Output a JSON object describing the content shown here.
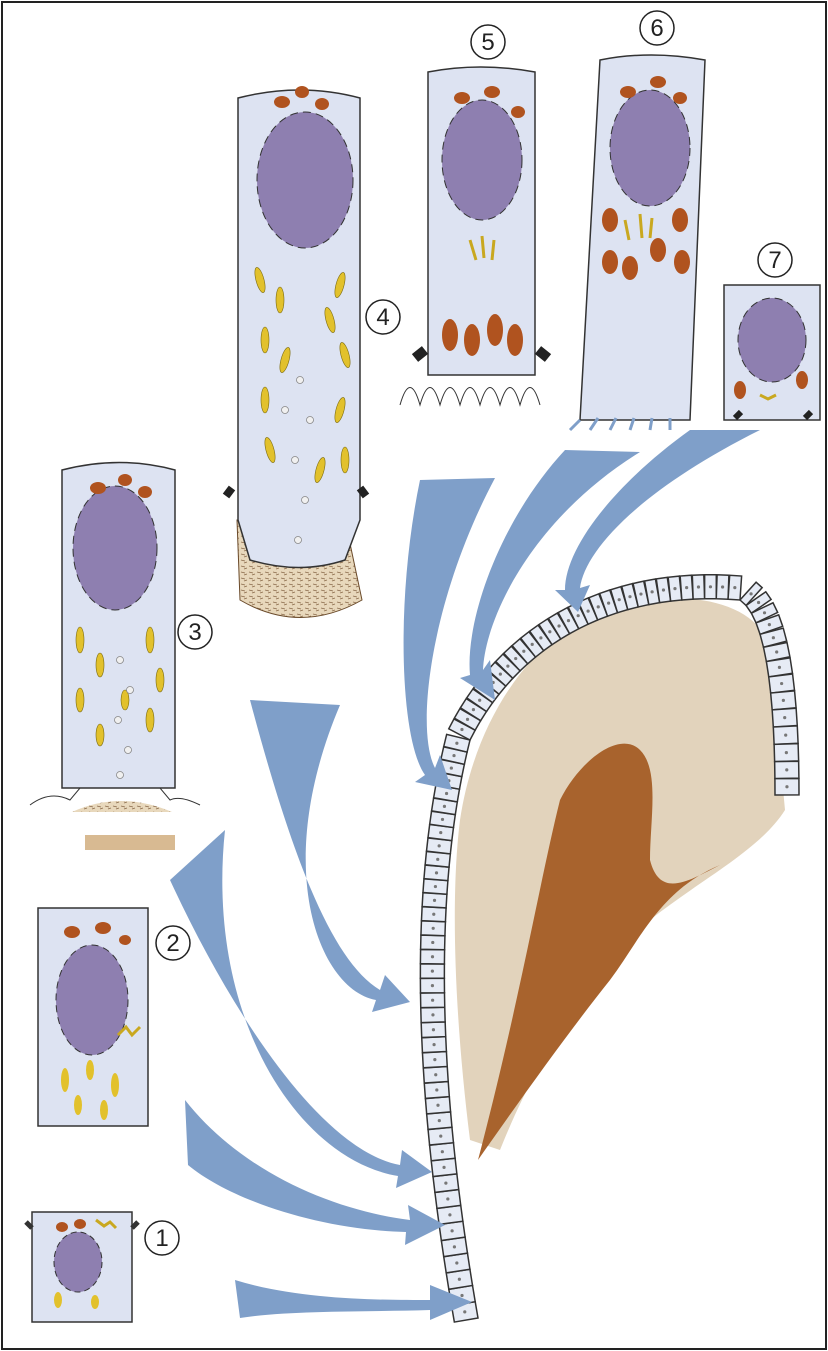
{
  "stages": [
    {
      "id": "1",
      "label": "1"
    },
    {
      "id": "2",
      "label": "2"
    },
    {
      "id": "3",
      "label": "3"
    },
    {
      "id": "4",
      "label": "4"
    },
    {
      "id": "5",
      "label": "5"
    },
    {
      "id": "6",
      "label": "6"
    },
    {
      "id": "7",
      "label": "7"
    }
  ],
  "colors": {
    "cytoplasm": "#dde3f2",
    "nucleus": "#8e7fb0",
    "mitochondria": "#b0531f",
    "granules": "#e2c12c",
    "arrow": "#7f9fc9",
    "dentin": "#e2d3bc",
    "enamel": "#a8632d",
    "cell_outline": "#333333"
  },
  "icons": [
    "stage-number-circle",
    "process-arrow",
    "cell-drawing",
    "tooth-section"
  ]
}
